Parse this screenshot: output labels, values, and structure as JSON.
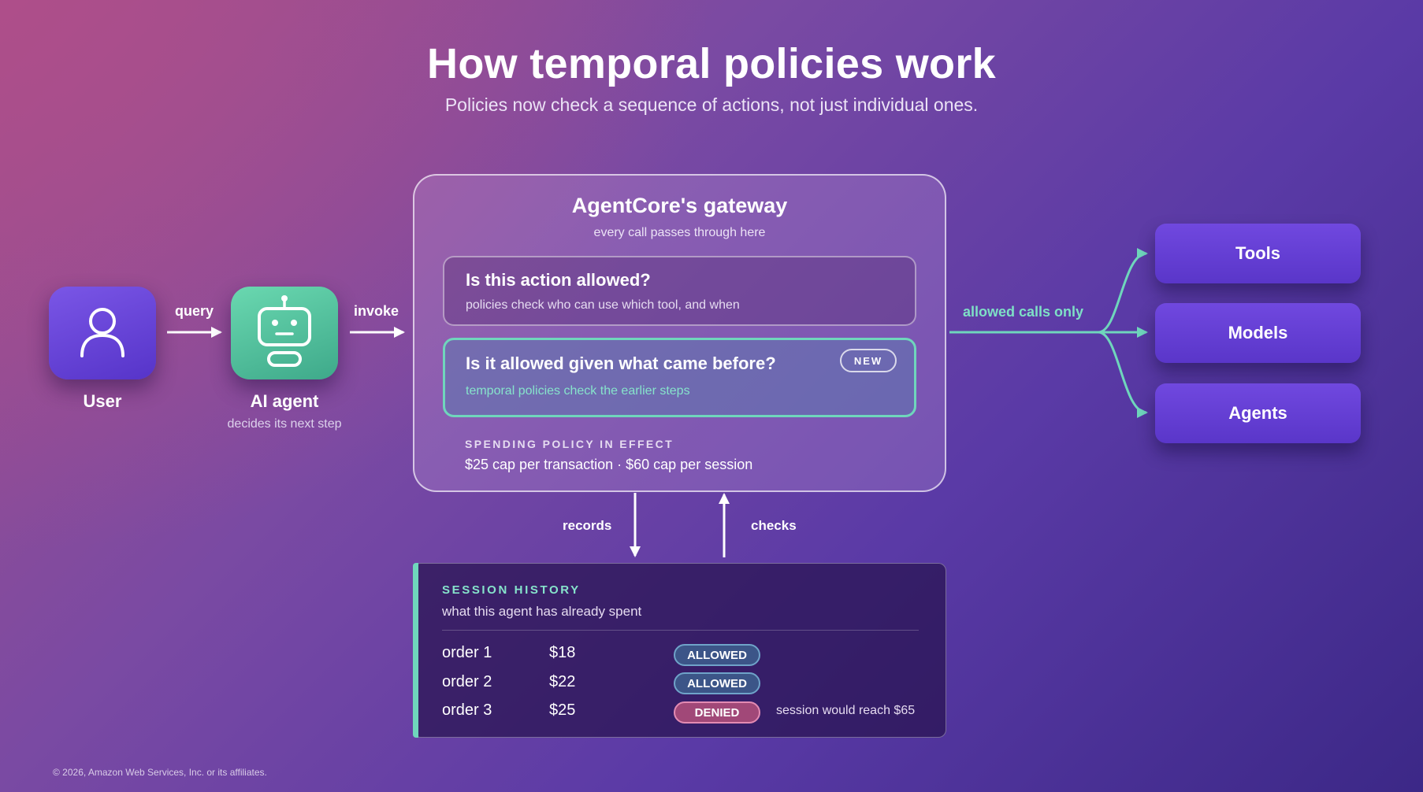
{
  "header": {
    "title": "How temporal policies work",
    "subtitle": "Policies now check a sequence of actions, not just individual ones."
  },
  "flow": {
    "user": {
      "label": "User",
      "icon": "user-icon"
    },
    "agent": {
      "label": "AI agent",
      "sublabel": "decides its next step",
      "icon": "robot-icon"
    },
    "query_label": "query",
    "invoke_label": "invoke",
    "allowed_label": "allowed calls only",
    "records_label": "records",
    "checks_label": "checks"
  },
  "gateway": {
    "title": "AgentCore's gateway",
    "subtitle": "every call passes through here",
    "check1": {
      "title": "Is this action allowed?",
      "description": "policies check who can use which tool, and when"
    },
    "check2": {
      "title": "Is it allowed given what came before?",
      "description": "temporal policies check the earlier steps",
      "badge": "NEW"
    },
    "policy": {
      "heading": "SPENDING POLICY IN EFFECT",
      "text": "$25 cap per transaction · $60 cap per session"
    }
  },
  "destinations": [
    "Tools",
    "Models",
    "Agents"
  ],
  "session_history": {
    "heading": "SESSION HISTORY",
    "subtitle": "what this agent has already spent",
    "rows": [
      {
        "order": "order 1",
        "amount": "$18",
        "status": "ALLOWED",
        "note": ""
      },
      {
        "order": "order 2",
        "amount": "$22",
        "status": "ALLOWED",
        "note": ""
      },
      {
        "order": "order 3",
        "amount": "$25",
        "status": "DENIED",
        "note": "session would reach $65"
      }
    ]
  },
  "footer": {
    "copyright": "© 2026, Amazon Web Services, Inc. or its affiliates."
  },
  "colors": {
    "teal": "#6fd6bc",
    "purple": "#5a36c9",
    "allowed": "#3c5588",
    "denied": "#a14878"
  }
}
